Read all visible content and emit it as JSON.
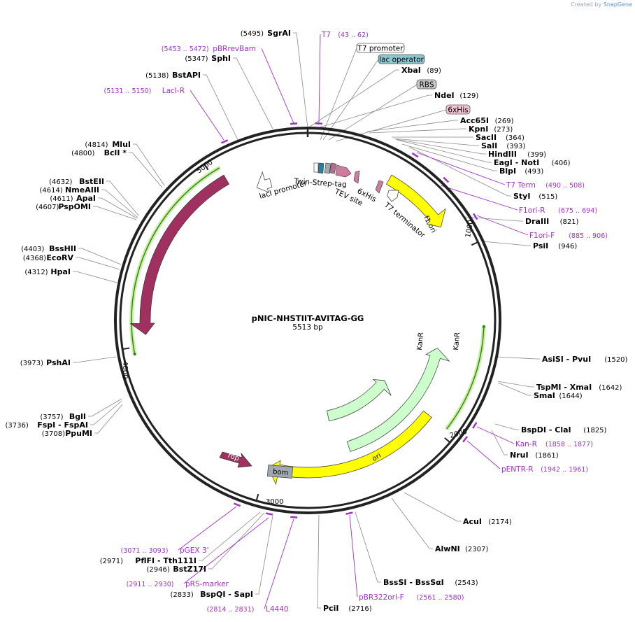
{
  "brand": {
    "prefix": "Created by",
    "name": "SnapGene"
  },
  "plasmid": {
    "name": "pNIC-NHSTIIT-AVITAG-GG",
    "length": "5513 bp"
  },
  "ticks": [
    "1000",
    "2000",
    "3000",
    "4000",
    "5000"
  ],
  "sites_right": [
    {
      "name": "XbaI",
      "pos": "(89)"
    },
    {
      "name": "NdeI",
      "pos": "(129)"
    },
    {
      "name": "Acc65I",
      "pos": "(269)"
    },
    {
      "name": "KpnI",
      "pos": "(273)"
    },
    {
      "name": "SacII",
      "pos": "(364)"
    },
    {
      "name": "SalI",
      "pos": "(393)"
    },
    {
      "name": "HindIII",
      "pos": "(399)"
    },
    {
      "name": "EagI - NotI",
      "pos": "(406)"
    },
    {
      "name": "BlpI",
      "pos": "(493)"
    },
    {
      "name": "StyI",
      "pos": "(515)"
    },
    {
      "name": "DraIII",
      "pos": "(821)"
    },
    {
      "name": "PsiI",
      "pos": "(946)"
    },
    {
      "name": "AsiSI - PvuI",
      "pos": "(1520)"
    },
    {
      "name": "TspMI - XmaI",
      "pos": "(1642)"
    },
    {
      "name": "SmaI",
      "pos": "(1644)"
    },
    {
      "name": "BspDI - ClaI",
      "pos": "(1825)"
    },
    {
      "name": "NruI",
      "pos": "(1861)"
    },
    {
      "name": "AcuI",
      "pos": "(2174)"
    },
    {
      "name": "AlwNI",
      "pos": "(2307)"
    },
    {
      "name": "BssSI - BssSαI",
      "pos": "(2543)"
    },
    {
      "name": "PciI",
      "pos": "(2716)"
    }
  ],
  "sites_left": [
    {
      "name": "SgrAI",
      "pos": "(5495)"
    },
    {
      "name": "SphI",
      "pos": "(5347)"
    },
    {
      "name": "BstAPI",
      "pos": "(5138)"
    },
    {
      "name": "MluI",
      "pos": "(4814)"
    },
    {
      "name": "BclI *",
      "pos": "(4800)"
    },
    {
      "name": "BstEII",
      "pos": "(4632)"
    },
    {
      "name": "NmeAIII",
      "pos": "(4614)"
    },
    {
      "name": "ApaI",
      "pos": "(4611)"
    },
    {
      "name": "PspOMI",
      "pos": "(4607)"
    },
    {
      "name": "BssHII",
      "pos": "(4403)"
    },
    {
      "name": "EcoRV",
      "pos": "(4368)"
    },
    {
      "name": "HpaI",
      "pos": "(4312)"
    },
    {
      "name": "PshAI",
      "pos": "(3973)"
    },
    {
      "name": "BglI",
      "pos": "(3757)"
    },
    {
      "name": "FspI - FspAI",
      "pos": "(3736)"
    },
    {
      "name": "PpuMI",
      "pos": "(3708)"
    },
    {
      "name": "PflFI - Tth111I",
      "pos": "(2971)"
    },
    {
      "name": "BstZ17I",
      "pos": "(2946)"
    },
    {
      "name": "BspQI - SapI",
      "pos": "(2833)"
    }
  ],
  "primers": [
    {
      "name": "T7",
      "pos": "(43 .. 62)"
    },
    {
      "name": "pBRrevBam",
      "pos": "(5453 .. 5472)"
    },
    {
      "name": "LacI-R",
      "pos": "(5131 .. 5150)"
    },
    {
      "name": "T7 Term",
      "pos": "(490 .. 508)"
    },
    {
      "name": "F1ori-R",
      "pos": "(675 .. 694)"
    },
    {
      "name": "F1ori-F",
      "pos": "(885 .. 906)"
    },
    {
      "name": "Kan-R",
      "pos": "(1858 .. 1877)"
    },
    {
      "name": "pENTR-R",
      "pos": "(1942 .. 1961)"
    },
    {
      "name": "pBR322ori-F",
      "pos": "(2561 .. 2580)"
    },
    {
      "name": "pGEX 3'",
      "pos": "(3071 .. 3093)"
    },
    {
      "name": "pRS-marker",
      "pos": "(2911 .. 2930)"
    },
    {
      "name": "L4440",
      "pos": "(2814 .. 2831)"
    }
  ],
  "boxed_features": [
    {
      "name": "T7 promoter",
      "color": "#ffffff"
    },
    {
      "name": "lac operator",
      "color": "#8ec7d2"
    },
    {
      "name": "RBS",
      "color": "#c8c8c8"
    },
    {
      "name": "6xHis",
      "color": "#f2c4d4"
    }
  ],
  "features": [
    {
      "name": "lacI",
      "color": "#a03060"
    },
    {
      "name": "lacI promoter",
      "color": "#ffffff"
    },
    {
      "name": "Twin-Strep-tag",
      "color": "#2b7f9c"
    },
    {
      "name": "TEV site",
      "color": "#d07aa0"
    },
    {
      "name": "6xHis",
      "color": "#d07aa0"
    },
    {
      "name": "T7 terminator",
      "color": "#ffffff"
    },
    {
      "name": "f1 ori",
      "color": "#ffff00"
    },
    {
      "name": "KanR",
      "color": "#ccffcc"
    },
    {
      "name": "KanR",
      "color": "#ccffcc"
    },
    {
      "name": "ori",
      "color": "#ffff00"
    },
    {
      "name": "rop",
      "color": "#a03060"
    },
    {
      "name": "bom",
      "color": "#a0a8b0"
    }
  ]
}
